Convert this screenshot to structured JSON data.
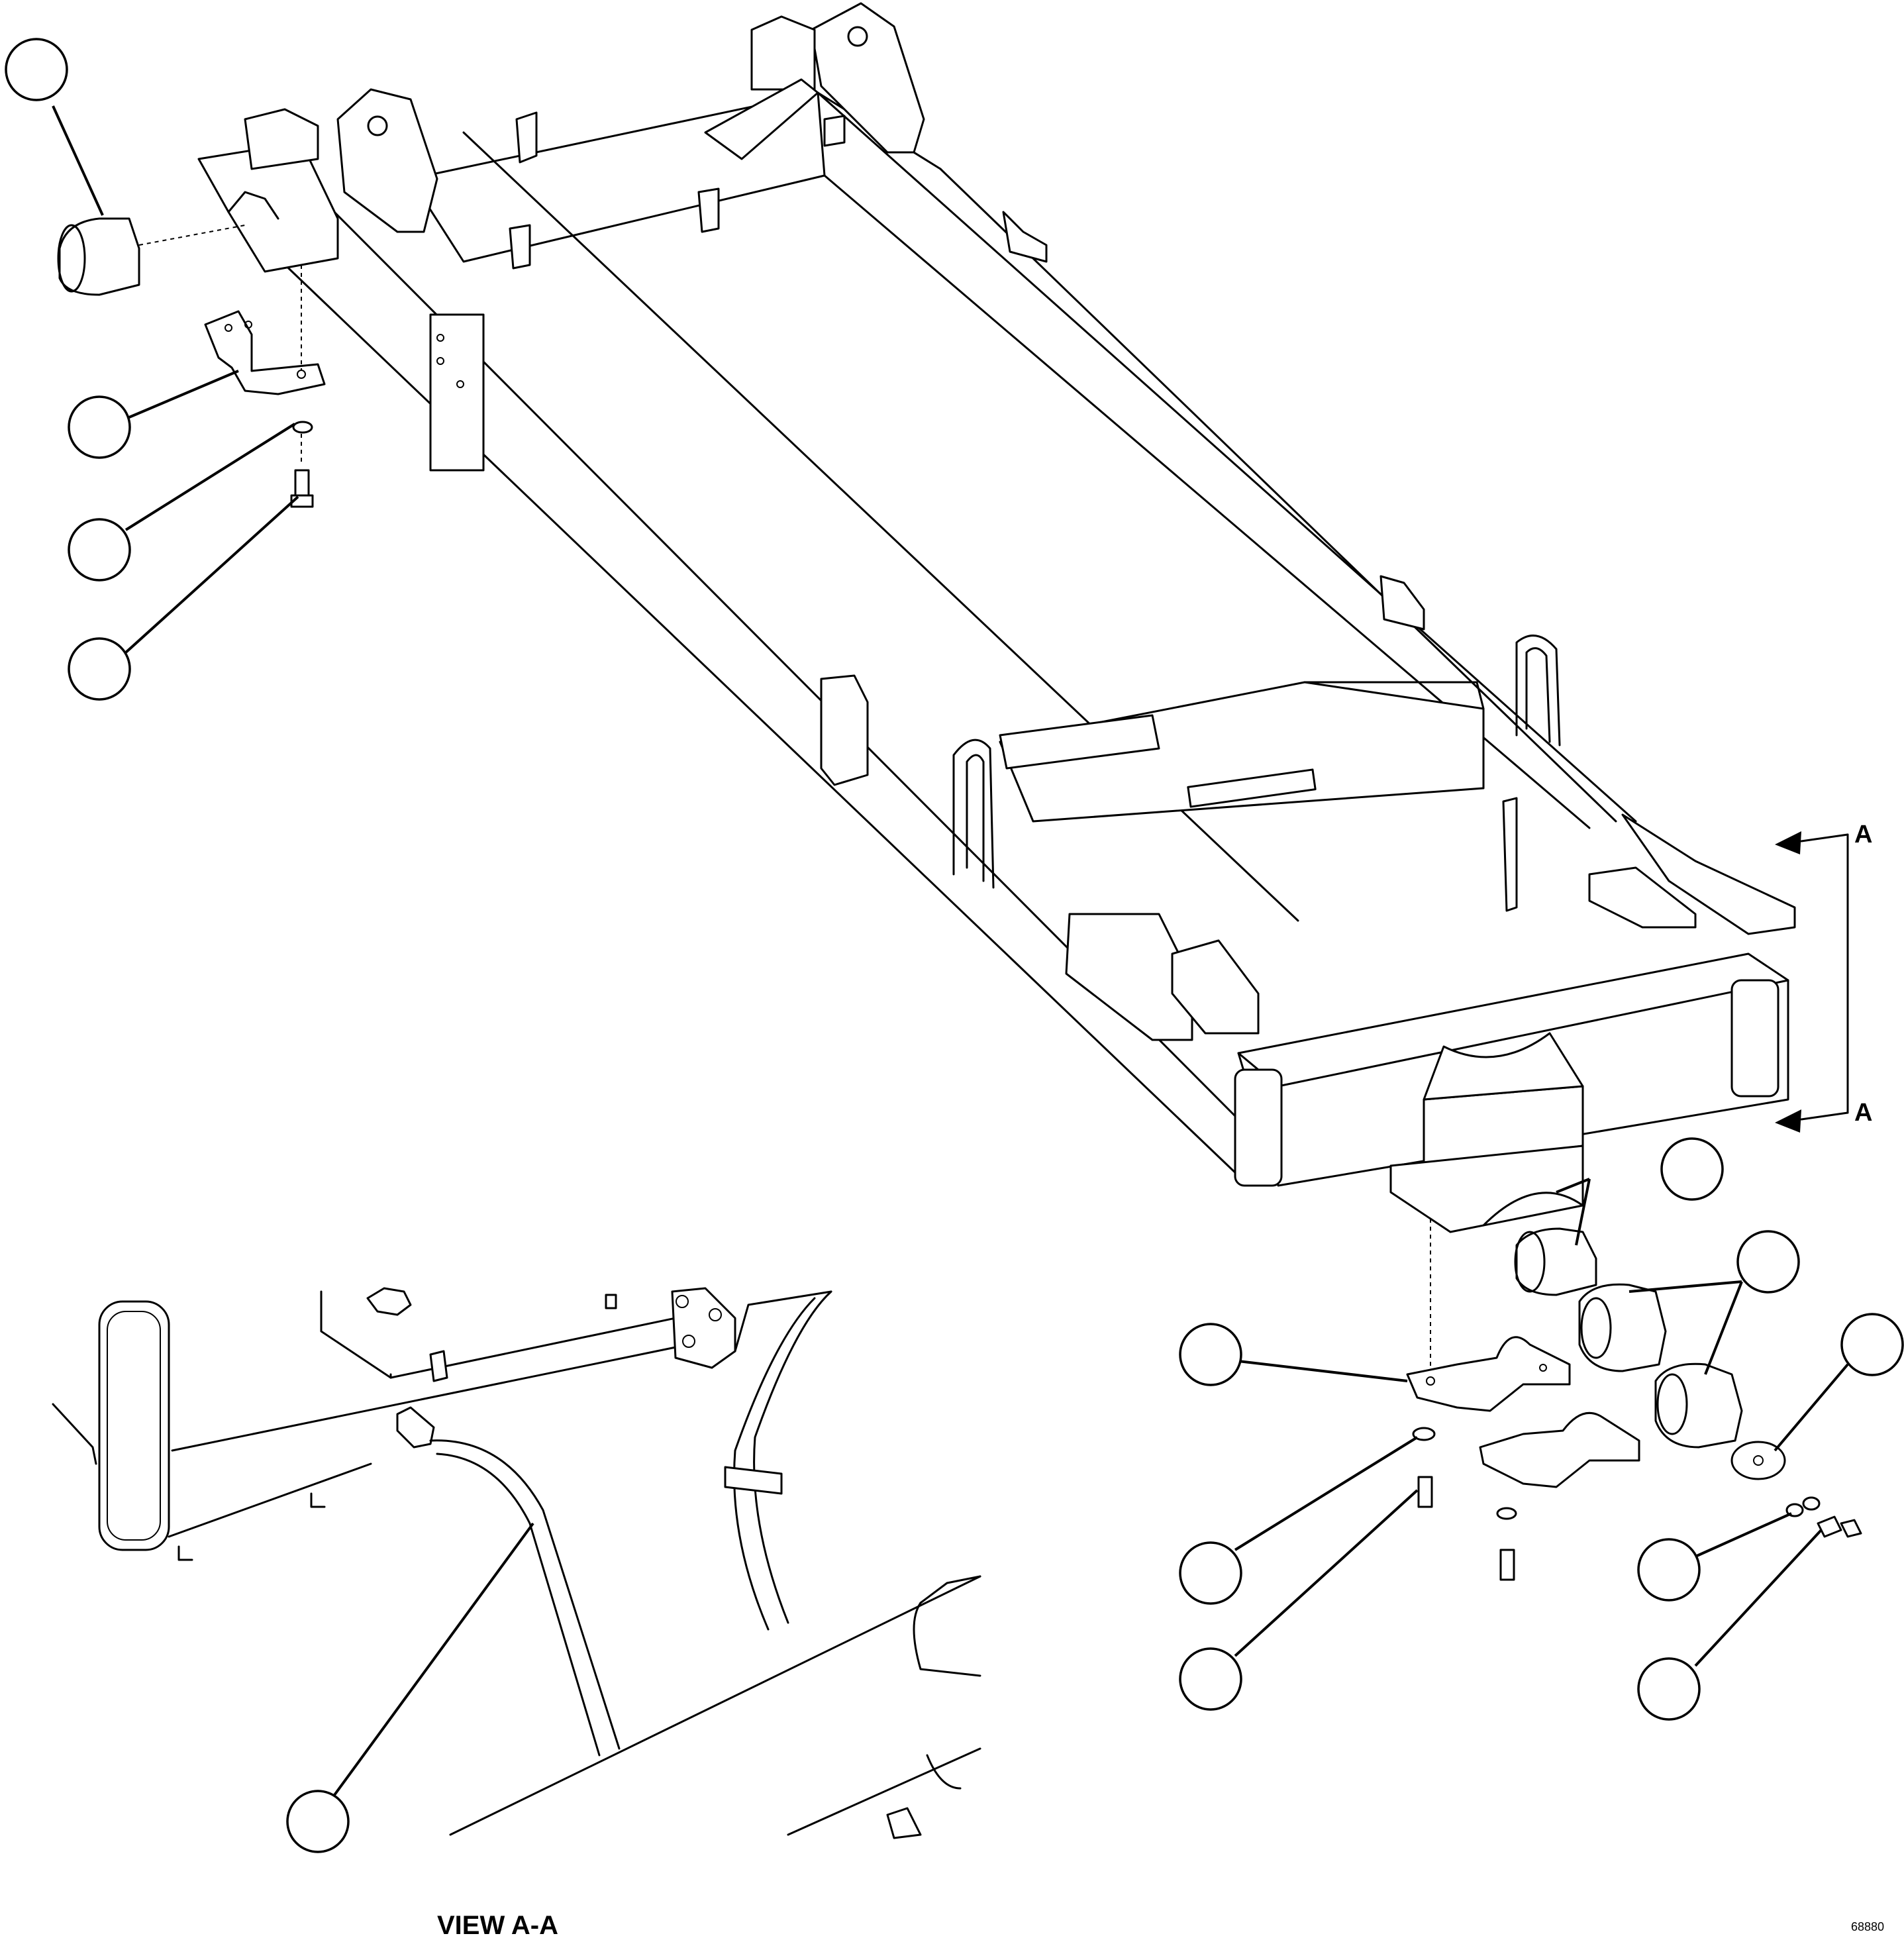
{
  "view_label": "VIEW A-A",
  "section_mark_top": "A",
  "section_mark_bottom": "A",
  "figure_id": "68880",
  "callouts": [
    {
      "id": "c1",
      "label": ""
    },
    {
      "id": "c2",
      "label": ""
    },
    {
      "id": "c3",
      "label": ""
    },
    {
      "id": "c4",
      "label": ""
    },
    {
      "id": "c5",
      "label": ""
    },
    {
      "id": "c6",
      "label": ""
    },
    {
      "id": "c7",
      "label": ""
    },
    {
      "id": "c8",
      "label": ""
    },
    {
      "id": "c9",
      "label": ""
    },
    {
      "id": "c10",
      "label": ""
    },
    {
      "id": "c11",
      "label": ""
    },
    {
      "id": "c12",
      "label": ""
    },
    {
      "id": "c13",
      "label": ""
    },
    {
      "id": "c14",
      "label": ""
    }
  ]
}
